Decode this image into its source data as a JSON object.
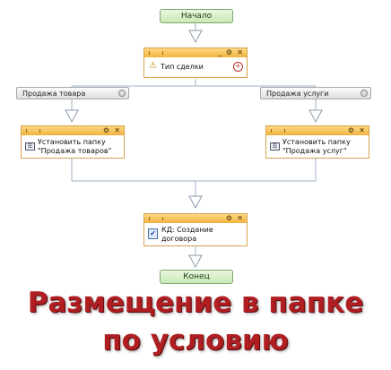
{
  "flow": {
    "start": "Начало",
    "end": "Конец",
    "decision": "Тип сделки",
    "branch_left": "Продажа товара",
    "branch_right": "Продажа услуги",
    "action_left_line1": "Установить папку",
    "action_left_line2": "\"Продажа товаров\"",
    "action_right_line1": "Установить папку",
    "action_right_line2": "\"Продажа услуг\"",
    "merge_line1": "КД: Создание",
    "merge_line2": "договора"
  },
  "caption": {
    "line1": "Размещение в папке",
    "line2": "по условию"
  },
  "colors": {
    "accent_header": "#f0b23e",
    "start_end_fill": "#c8e8b5",
    "caption": "#b01e22"
  }
}
